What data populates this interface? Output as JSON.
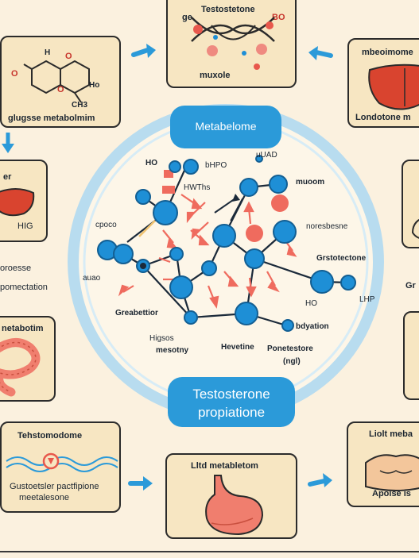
{
  "colors": {
    "background": "#fbf1df",
    "card_fill": "#f7e6c2",
    "ring": "#b8dcef",
    "node": "#1e8fd6",
    "node_dark": "#135f93",
    "pill": "#2b9ad9",
    "accent_red": "#e8584c",
    "liver": "#d9442f",
    "stomach": "#f07e6e"
  },
  "center": {
    "title": "Metabelome",
    "subtitle_line1": "Testosterone",
    "subtitle_line2": "propiatione"
  },
  "cards": {
    "top_center": {
      "label_top": "Testostetone",
      "label_left": "ge",
      "label_right": "BO",
      "label_bottom": "muxole"
    },
    "top_left": {
      "label_bottom": "glugsse metabolmim",
      "h_top": "H",
      "o1": "O",
      "o2": "O",
      "o3": "O",
      "ho": "Ho",
      "ch3": "CH3"
    },
    "top_right": {
      "label_top": "mbeoimome",
      "label_bottom": "Londotone m"
    },
    "mid_left": {
      "label_top": "er",
      "label_mid": "HIG"
    },
    "left_text": {
      "line1": "oroesse",
      "line2": "pomectation"
    },
    "left_lower": {
      "label_top": "netabotim"
    },
    "right_mid": {
      "label_right": "Gr"
    },
    "bottom_left": {
      "label_top": "Tehstomodome",
      "line1": "Gustoetsler pactfipione",
      "line2": "meetalesone"
    },
    "bottom_center": {
      "label_top": "Lltd metabletom"
    },
    "bottom_right": {
      "label_top": "Liolt meba",
      "label_bottom": "Apoise is"
    }
  },
  "molecule_labels": {
    "ho_top": "HO",
    "bhpo": "bHPO",
    "hwthes": "HWThs",
    "cpoco": "cpoco",
    "ubadd": "uUAD",
    "muoom": "muoom",
    "nonesbesne": "noresbesne",
    "grstotectone": "Grstotectone",
    "lhp": "LHP",
    "ho_right": "HO",
    "bdyation": "bdyation",
    "pondtesterore": "Ponetestore",
    "ngl": "(ngl)",
    "heveline": "Hevetine",
    "hgecs": "Higsos",
    "mesotny": "mesotny",
    "grebeltitor": "Greabettior",
    "auao": "auao"
  }
}
